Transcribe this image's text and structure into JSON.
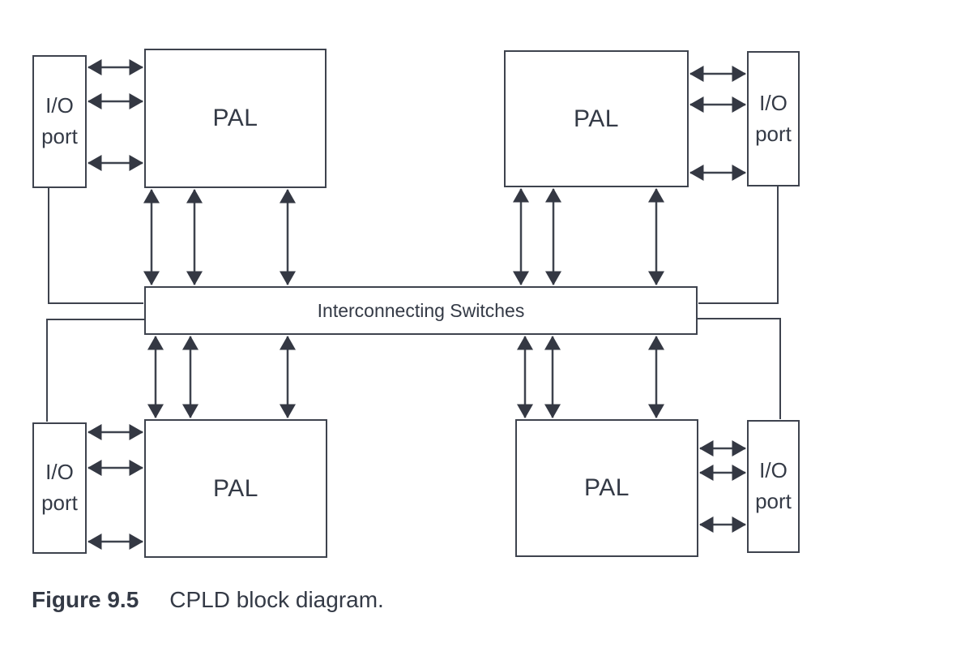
{
  "diagram": {
    "type": "block-diagram",
    "interconnect": {
      "label": "Interconnecting Switches"
    },
    "blocks": {
      "pal_top_left": {
        "label": "PAL"
      },
      "pal_top_right": {
        "label": "PAL"
      },
      "pal_bottom_left": {
        "label": "PAL"
      },
      "pal_bottom_right": {
        "label": "PAL"
      },
      "io_top_left": {
        "label": "I/O port"
      },
      "io_top_right": {
        "label": "I/O port"
      },
      "io_bottom_left": {
        "label": "I/O port"
      },
      "io_bottom_right": {
        "label": "I/O port"
      }
    },
    "colors": {
      "line": "#3e434e",
      "arrowhead": "#343843",
      "text": "#343a46",
      "background": "#ffffff"
    }
  },
  "caption": {
    "figure_label": "Figure 9.5",
    "text": "CPLD block diagram."
  }
}
